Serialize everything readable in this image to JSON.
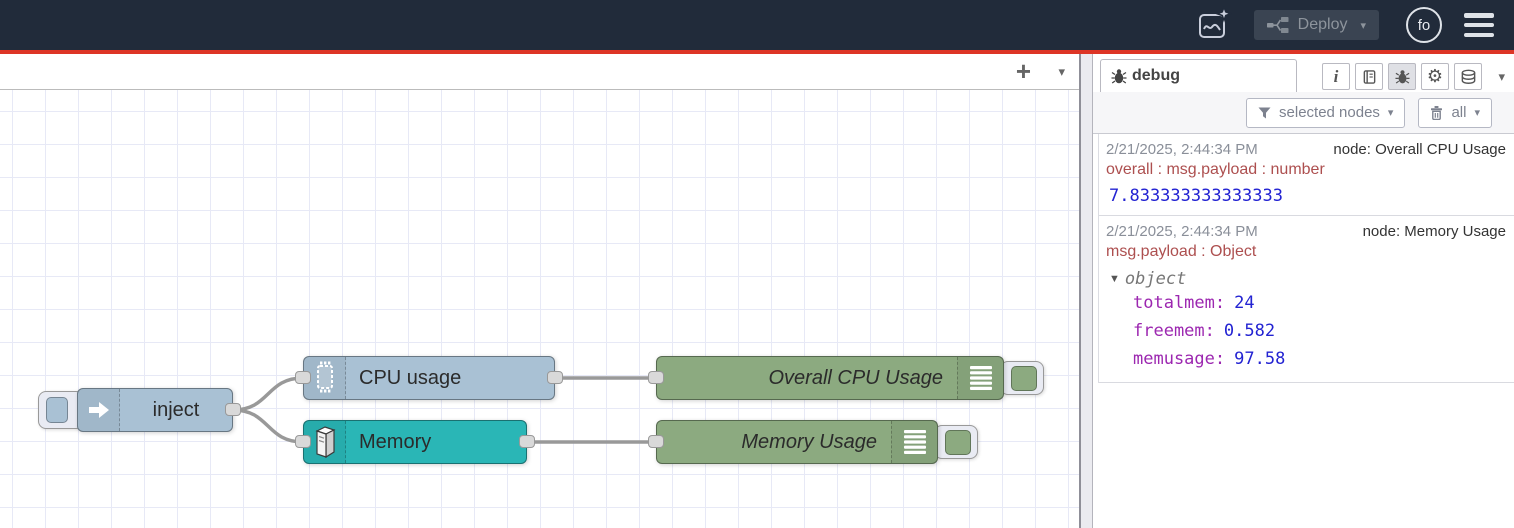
{
  "header": {
    "deploy_label": "Deploy",
    "avatar": "fo"
  },
  "icons": {
    "plus": "+",
    "caret_down": "▾",
    "info": "i",
    "gear": "⚙",
    "tree_caret": "▼"
  },
  "flow": {
    "nodes": [
      {
        "id": "inject",
        "label": "inject",
        "color": "#a9c1d4"
      },
      {
        "id": "cpu",
        "label": "CPU usage",
        "color": "#a9c1d4"
      },
      {
        "id": "memory",
        "label": "Memory",
        "color": "#2ab6b6"
      },
      {
        "id": "debug-cpu",
        "label": "Overall CPU Usage",
        "color": "#8caa80"
      },
      {
        "id": "debug-mem",
        "label": "Memory Usage",
        "color": "#8caa80"
      }
    ]
  },
  "sidebar": {
    "tab_label": "debug",
    "filter_label": "selected nodes",
    "clear_label": "all",
    "messages": [
      {
        "timestamp": "2/21/2025, 2:44:34 PM",
        "source": "node: Overall CPU Usage",
        "meta": "overall : msg.payload : number",
        "value": "7.833333333333333"
      },
      {
        "timestamp": "2/21/2025, 2:44:34 PM",
        "source": "node: Memory Usage",
        "meta": "msg.payload : Object",
        "tree": {
          "root": "object",
          "entries": [
            {
              "key": "totalmem:",
              "value": "24"
            },
            {
              "key": "freemem:",
              "value": "0.582"
            },
            {
              "key": "memusage:",
              "value": "97.58"
            }
          ]
        }
      }
    ]
  },
  "colors": {
    "header_bg": "#212b3a",
    "accent_red": "#dd3526",
    "wire": "#999999",
    "grid_line": "#e7e9f6",
    "debug_meta": "#ad4f4f",
    "debug_value": "#2323d2",
    "debug_key": "#9c27b0",
    "inject_node": "#a9c1d4",
    "memory_node": "#2ab6b6",
    "debug_node": "#8caa80"
  }
}
